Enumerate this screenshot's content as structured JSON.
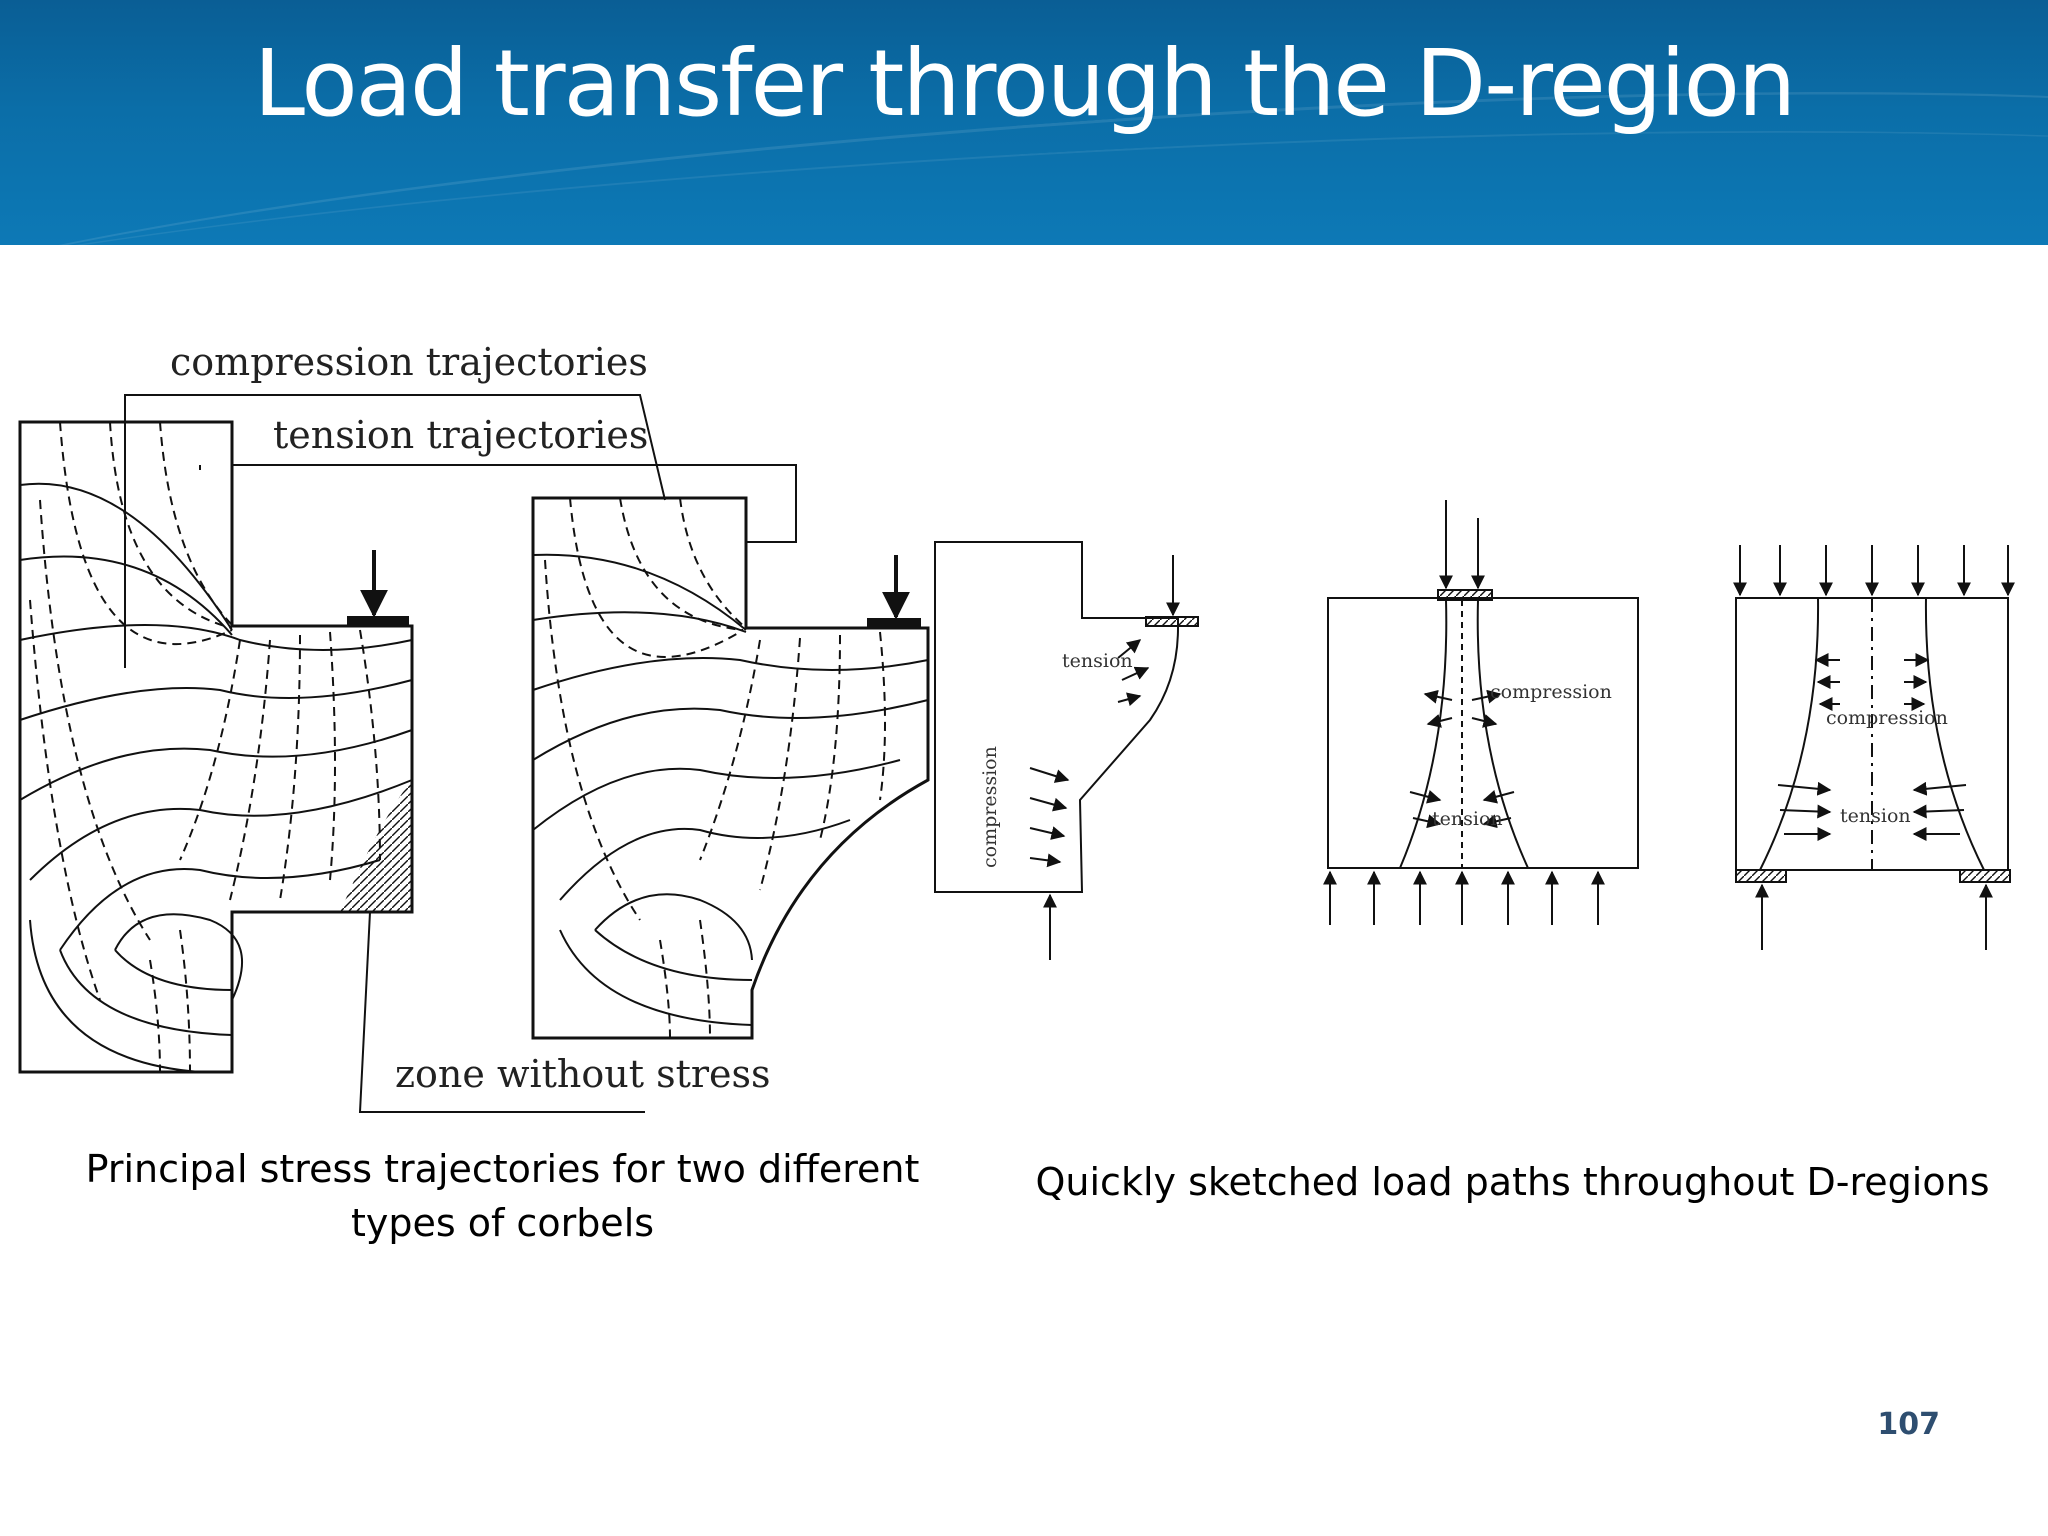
{
  "slide": {
    "title": "Load transfer through the D-region",
    "page_number": "107"
  },
  "figure_left": {
    "labels": {
      "compression": "compression trajectories",
      "tension": "tension trajectories",
      "zone": "zone without stress"
    },
    "caption": "Principal stress trajectories for two different types of corbels"
  },
  "figure_right": {
    "corbel_labels": {
      "tension": "tension",
      "compression": "compression"
    },
    "panel2_labels": {
      "compression": "compression",
      "tension": "tension"
    },
    "panel3_labels": {
      "compression": "compression",
      "tension": "tension"
    },
    "caption": "Quickly sketched load paths throughout D-regions"
  },
  "colors": {
    "header": "#0b6ea8",
    "title": "#ffffff",
    "page_number": "#2e4e70"
  }
}
